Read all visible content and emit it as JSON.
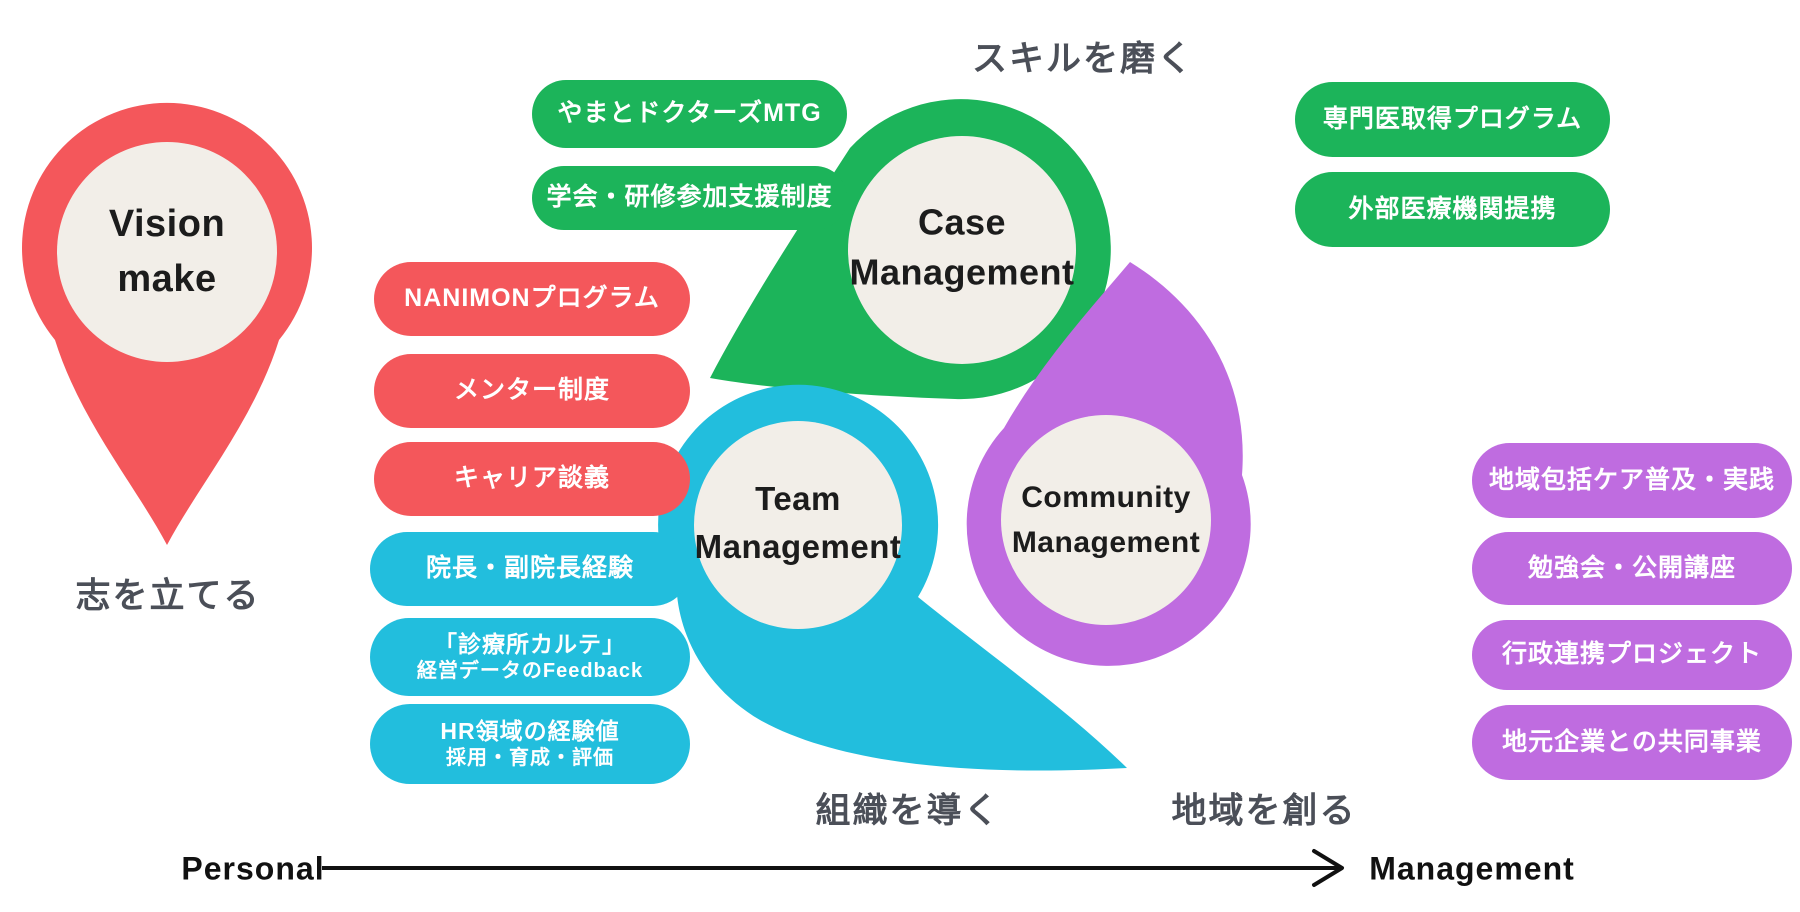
{
  "palette": {
    "red": "#f4575b",
    "green": "#1cb45a",
    "cyan": "#22bedd",
    "purple": "#bf6ce0",
    "cream": "#f2eee8",
    "caption_gray": "#4b4f58",
    "ink": "#1c1c1c"
  },
  "nodes": {
    "vision": {
      "line1": "Vision",
      "line2": "make",
      "caption": "志を立てる"
    },
    "case": {
      "line1": "Case",
      "line2": "Management",
      "caption": "スキルを磨く"
    },
    "team": {
      "line1": "Team",
      "line2": "Management",
      "caption": "組織を導く"
    },
    "community": {
      "line1": "Community",
      "line2": "Management",
      "caption": "地域を創る"
    }
  },
  "pills": {
    "case_left": [
      {
        "label": "やまとドクターズMTG"
      },
      {
        "label": "学会・研修参加支援制度"
      }
    ],
    "vision_list": [
      {
        "label": "NANIMONプログラム"
      },
      {
        "label": "メンター制度"
      },
      {
        "label": "キャリア談義"
      }
    ],
    "team_list": [
      {
        "label": "院長・副院長経験"
      },
      {
        "line1": "「診療所カルテ」",
        "line2": "経営データのFeedback"
      },
      {
        "line1": "HR領域の経験値",
        "line2": "採用・育成・評価"
      }
    ],
    "case_right": [
      {
        "label": "専門医取得プログラム"
      },
      {
        "label": "外部医療機関提携"
      }
    ],
    "community_list": [
      {
        "label": "地域包括ケア普及・実践"
      },
      {
        "label": "勉強会・公開講座"
      },
      {
        "label": "行政連携プロジェクト"
      },
      {
        "label": "地元企業との共同事業"
      }
    ]
  },
  "axis": {
    "left": "Personal",
    "right": "Management"
  }
}
